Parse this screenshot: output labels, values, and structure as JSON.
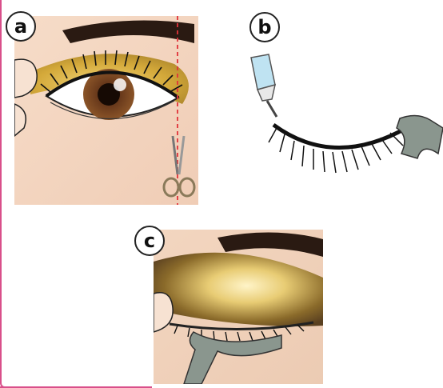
{
  "labels": {
    "a": "a",
    "b": "b",
    "c": "c"
  },
  "icons": [
    "eye-illustration",
    "scissors-icon",
    "false-eyelash-illustration",
    "glue-tube-icon",
    "applicator-tweezers-icon"
  ],
  "colors": {
    "frame": "#d94f8a",
    "skin": "#f4d9c6",
    "eyeshadow_gold": "#d8b13a",
    "iris_brown": "#6b3b1c",
    "guide_line": "#e0323a",
    "applicator": "#8a968e"
  }
}
